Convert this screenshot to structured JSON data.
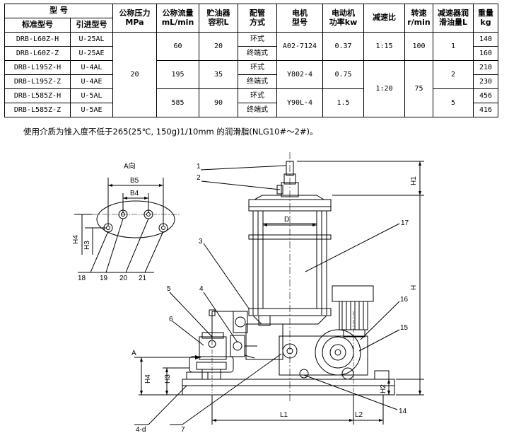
{
  "table": {
    "headers": {
      "model_group": "型 号",
      "standard_model": "标准型号",
      "leadin_model": "引进型号",
      "pressure_line1": "公称压力",
      "pressure_line2": "MPa",
      "flow_line1": "公称流量",
      "flow_line2": "mL/min",
      "reservoir_line1": "贮油器",
      "reservoir_line2": "容积L",
      "piping_line1": "配管",
      "piping_line2": "方式",
      "motor_line1": "电机",
      "motor_line2": "型号",
      "power_line1": "电动机",
      "power_line2": "功率kw",
      "ratio": "减速比",
      "speed_line1": "转速",
      "speed_line2": "r/min",
      "gear_oil_line1": "减速器润",
      "gear_oil_line2": "滑油量L",
      "weight_line1": "重量",
      "weight_line2": "kg"
    },
    "rows": [
      {
        "standard": "DRB-L60Z-H",
        "leadin": "U-25AL",
        "piping": "环式",
        "weight": "140"
      },
      {
        "standard": "DRB-L60Z-Z",
        "leadin": "U-25AE",
        "piping": "终端式",
        "weight": "160"
      },
      {
        "standard": "DRB-L195Z-H",
        "leadin": "U-4AL",
        "piping": "环式",
        "weight": "210"
      },
      {
        "standard": "DRB-L195Z-Z",
        "leadin": "U-4AE",
        "piping": "终端式",
        "weight": "230"
      },
      {
        "standard": "DRB-L585Z-H",
        "leadin": "U-5AL",
        "piping": "环式",
        "weight": "456"
      },
      {
        "standard": "DRB-L585Z-Z",
        "leadin": "U-5AE",
        "piping": "终端式",
        "weight": "416"
      }
    ],
    "pressure": "20",
    "groups": [
      {
        "flow": "60",
        "reservoir": "20",
        "motor": "A02-7124",
        "power": "0.37",
        "gear_oil": "1"
      },
      {
        "flow": "195",
        "reservoir": "35",
        "motor": "Y802-4",
        "power": "0.75",
        "gear_oil": "2"
      },
      {
        "flow": "585",
        "reservoir": "90",
        "motor": "Y90L-4",
        "power": "1.5",
        "gear_oil": "5"
      }
    ],
    "ratio_a": "1:15",
    "ratio_b": "1:20",
    "speed_a": "100",
    "speed_b": "75"
  },
  "note": "使用介质为锥入度不低于265(25℃, 150g)1/10mm 的润滑脂(NLG10#～2#)。",
  "drawing": {
    "view_title": "A向",
    "dim_b5": "B5",
    "dim_b4": "B4",
    "dim_h4": "H4",
    "dim_h3": "H3",
    "dim_h1": "H1",
    "dim_h": "H",
    "dim_h2": "H2",
    "dim_d": "D",
    "dim_l1": "L1",
    "dim_l2": "L2",
    "arrow_a": "A",
    "hole_label": "4-d",
    "parts": {
      "p1": "1",
      "p2": "2",
      "p3": "3",
      "p4": "4",
      "p5": "5",
      "p6": "6",
      "p7": "7",
      "p14": "14",
      "p15": "15",
      "p16": "16",
      "p17": "17",
      "p18": "18",
      "p19": "19",
      "p20": "20",
      "p21": "21"
    }
  }
}
